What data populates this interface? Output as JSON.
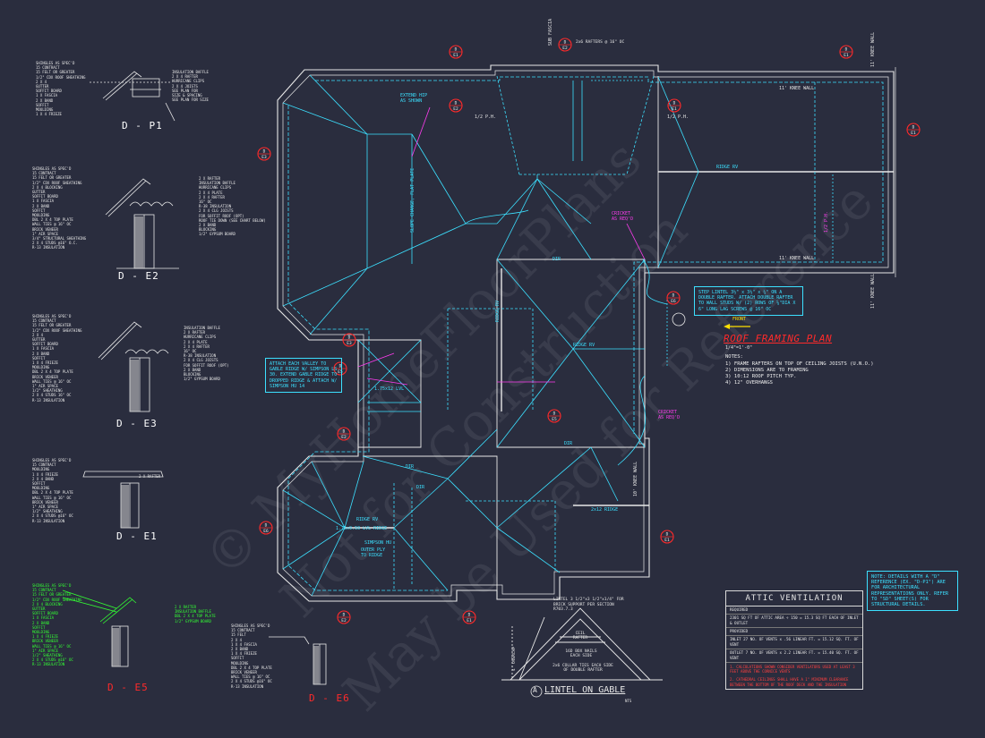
{
  "watermark": [
    "© MyHomeFloorPlans",
    "Not for Construction",
    "May be Used for Reference"
  ],
  "details": {
    "d_p1": {
      "title": "D - P1",
      "labels": [
        "SHINGLES AS SPEC'D",
        "15 CONTRACT",
        "15 FELT OR GREATER",
        "1/2\" CDX ROOF SHEATHING",
        "2 X 4",
        "GUTTER",
        "SOFFIT BOARD",
        "1 X FASCIA",
        "2 X BAND",
        "SOFFIT",
        "MOULDING",
        "1 X 4 FRIEZE"
      ],
      "right_labels": [
        "INSULATION BAFFLE",
        "2 X 4 RAFTER",
        "HURRICANE CLIPS",
        "2 X 4 JOISTS",
        "SEE PLAN FOR",
        "SIZE & SPACING",
        "SEE PLAN FOR SIZE"
      ]
    },
    "d_e2": {
      "title": "D - E2",
      "labels": [
        "SHINGLES AS SPEC'D",
        "15 CONTRACT",
        "15 FELT OR GREATER",
        "1/2\" CDX ROOF SHEATHING",
        "2 X 4 BLOCKING",
        "GUTTER",
        "SOFFIT BOARD",
        "1 X FASCIA",
        "2 X BAND",
        "SOFFIT",
        "MOULDING",
        "DBL 2 X 4 TOP PLATE",
        "WALL TIES @ 16\" OC",
        "BRICK VENEER",
        "1\" AIR SPACE",
        "3/4\" STRUCTURAL SHEATHING",
        "2 X 4 STUDS @16\" O.C.",
        "R-13 INSULATION"
      ],
      "right_labels": [
        "2 X RAFTER",
        "INSULATION BAFFLE",
        "HURRICANE CLIPS",
        "2 X 4 PLATE",
        "2 X 4 RAFTER",
        "16\" OC",
        "R-38 INSULATION",
        "2 X 4 CLG JOISTS",
        "FOR SOFFIT ROOF (OPT)",
        "ROOF TIE DOWN (SEE CHART BELOW)",
        "2 X BAND",
        "BLOCKING",
        "1/2\" GYPSUM BOARD"
      ]
    },
    "d_e3": {
      "title": "D - E3",
      "labels": [
        "SHINGLES AS SPEC'D",
        "15 CONTRACT",
        "15 FELT OR GREATER",
        "1/2\" CDX ROOF SHEATHING",
        "2 X 4",
        "GUTTER",
        "SOFFIT BOARD",
        "1 X FASCIA",
        "2 X BAND",
        "SOFFIT",
        "1 X 4 FRIEZE",
        "MOULDING",
        "DBL 2 X 4 TOP PLATE",
        "BRICK VENEER",
        "WALL TIES @ 16\" OC",
        "1\" AIR SPACE",
        "1/2\" SHEATHING",
        "2 X 4 STUDS 16\" OC",
        "R-13 INSULATION"
      ],
      "right_labels": [
        "INSULATION BAFFLE",
        "2 X RAFTER",
        "HURRICANE CLIPS",
        "2 X 4 PLATE",
        "2 X 4 RAFTER",
        "16\" OC",
        "R-38 INSULATION",
        "2 X 4 CLG JOISTS",
        "FOR SOFFIT ROOF (OPT)",
        "2 X BAND",
        "BLOCKING",
        "1/2\" GYPSUM BOARD"
      ]
    },
    "d_e1": {
      "title": "D - E1",
      "labels": [
        "SHINGLES AS SPEC'D",
        "15 CONTRACT",
        "MOULDING",
        "1 X 4 FRIEZE",
        "2 X 4 BAND",
        "SOFFIT",
        "MOULDING",
        "DBL 2 X 4 TOP PLATE",
        "WALL TIES @ 16\" OC",
        "BRICK VENEER",
        "1\" AIR SPACE",
        "1/2\" SHEATHING",
        "2 X 4 STUDS @16\" OC",
        "R-13 INSULATION"
      ],
      "right_labels": [
        "2 X RAFTER"
      ]
    },
    "d_e5": {
      "title": "D - E5",
      "labels": [
        "SHINGLES AS SPEC'D",
        "15 CONTRACT",
        "15 FELT OR GREATER",
        "1/2\" CDX ROOF SHEATHING",
        "2 X 4 BLOCKING",
        "GUTTER",
        "SOFFIT BOARD",
        "1 X FASCIA",
        "2 X BAND",
        "SOFFIT",
        "MOULDING",
        "1 X 4 FRIEZE",
        "BRICK VENEER",
        "WALL TIES @ 16\" OC",
        "1\" AIR SPACE",
        "1/2\" SHEATHING",
        "2 X 4 STUDS @16\" OC",
        "R-13 INSULATION"
      ],
      "right_labels": [
        "2 X RAFTER",
        "INSULATION BAFFLE",
        "DBL 2 X 4 TOP PLATE",
        "1/2\" GYPSUM BOARD"
      ]
    },
    "d_e6": {
      "title": "D - E6",
      "labels": [
        "SHINGLES AS SPEC'D",
        "15 CONTRACT",
        "15 FELT",
        "2 X 4",
        "1 X 4 FASCIA",
        "2 X BAND",
        "1 X 4 FRIEZE",
        "SOFFIT",
        "MOULDING",
        "DBL 2 X 4 TOP PLATE",
        "BRICK VENEER",
        "WALL TIES @ 16\" OC",
        "2 X 4 STUDS @16\" OC",
        "R-13 INSULATION"
      ]
    }
  },
  "plan": {
    "title": "ROOF FRAMING PLAN",
    "scale": "1/4\"=1'-0\"",
    "front_label": "FRONT",
    "notes_heading": "NOTES:",
    "notes": [
      "1)  FRAME RAFTERS ON TOP OF CEILING JOISTS (U.N.O.)",
      "2)  DIMENSIONS ARE TO FRAMING",
      "3)  10:12 ROOF PITCH TYP.",
      "4)  12\" OVERHANGS"
    ],
    "labels": {
      "ridge_top": "RIDGE  RV",
      "ridge_mid": "RIDGE  RV",
      "ridge_left": "RIDGE  RV",
      "ridge_bottom": "2x12 RIDGE",
      "knee_top": "11' KNEE WALL",
      "knee_mid": "11' KNEE WALL",
      "knee_right_top": "11' KNEE WALL",
      "knee_right_bottom": "11' KNEE WALL",
      "knee_lower": "10' KNEE WALL",
      "extend_hip": "EXTEND HIP AS SHOWN",
      "cricket_top": "CRICKET AS REQ'D",
      "cricket_bottom": "CRICKET AS REQ'D",
      "slope_change": "SLOPE CHANGE, FLAT PLATE",
      "ridge_vert": "RIDGE  RV",
      "sub_fascia": "SUB FASCIA",
      "dir_1": "DIR",
      "dir_2": "DIR",
      "dir_3": "DIR",
      "dir_4": "DIR",
      "lvl": "1.75x12 LVL",
      "lvl_ridge": "1.75x9.50 LVL RIDGE",
      "simpson": "SIMPSON HU",
      "outer_ply": "OUTER PLY TO RIDGE",
      "rafters_top": "2x6 RAFTERS @ 16\" OC",
      "dim_1": "1/2 P.H.",
      "dim_2": "1/2 P.H.",
      "dim_3": "1/2 P.H."
    },
    "callouts": {
      "attach_valley": "ATTACH EACH VALLEY TO GABLE RIDGE W/ SIMPSON LS 30. EXTEND GABLE RIDGE TO DROPPED RIDGE & ATTACH W/ SIMPSON HU 14",
      "step_lintel": "STEP LINTEL 3½\" x 3½\" x ¼\" ON A DOUBLE RAFTER. ATTACH DOUBLE RAFTER TO WALL STUDS W/ (2) ROWS OF ⅝\"DIA X 6\" LONG LAG SCREWS @ 16\" OC",
      "lintel_brick": "LINTEL 3 1/2\"x3 1/2\"x1/4\" FOR BRICK SUPPORT PER SECTION R703.7.3"
    },
    "section_marks": [
      "D E1",
      "D E2",
      "D E1",
      "D E3",
      "D E1",
      "D E2",
      "D E1",
      "D E3",
      "D E5",
      "D E6",
      "D E5",
      "D E2",
      "D E6",
      "D E1",
      "D E2",
      "D E1"
    ]
  },
  "gable": {
    "title": "LINTEL ON GABLE",
    "number": "A",
    "scale": "NTS",
    "labels": [
      "CEIL RAFTER",
      "16D BOX NAILS EACH SIDE",
      "2x6 COLLAR TIES EACH SIDE OF DOUBLE RAFTER",
      "4' OVERLAP"
    ]
  },
  "side_note": "NOTE: DETAILS WITH A \"D\" REFERENCE (EX. \"D-P1\") ARE FOR ARCHITECTURAL REPRESENTATIONS ONLY. REFER TO \"SD\" SHEET(S) FOR STRUCTURAL DETAILS.",
  "attic": {
    "title": "ATTIC VENTILATION",
    "required_label": "REQUIRED",
    "required_line": "2301  SQ FT OF ATTIC AREA ÷ 150  =  15.3  SQ FT EACH OF INLET & OUTLET",
    "provided_label": "PROVIDED",
    "inlet_line": "INLET  27  NO. OF VENTS x  .56  LINEAR FT. =  15.12  SQ. FT. OF VENT",
    "outlet_line": "OUTLET  7  NO. OF VENTS x  2.2  LINEAR FT. =  15.40  SQ. FT. OF VENT",
    "footnotes": [
      "1. CALCULATIONS SHOWN CONSIDER VENTILATORS USED AT LEAST 3 FEET ABOVE THE CORNICE VENTS",
      "2. CATHEDRAL CEILINGS SHALL HAVE A 1\" MINIMUM CLEARANCE BETWEEN THE BOTTOM OF THE ROOF DECK AND THE INSULATION"
    ]
  },
  "colors": {
    "background": "#2a2d3e",
    "walls": "#e8e8e8",
    "framing": "#3ce0ff",
    "markers": "#ff2a2a",
    "callouts": "#ff3df0",
    "green": "#33ff33",
    "yellow": "#ffe000"
  }
}
